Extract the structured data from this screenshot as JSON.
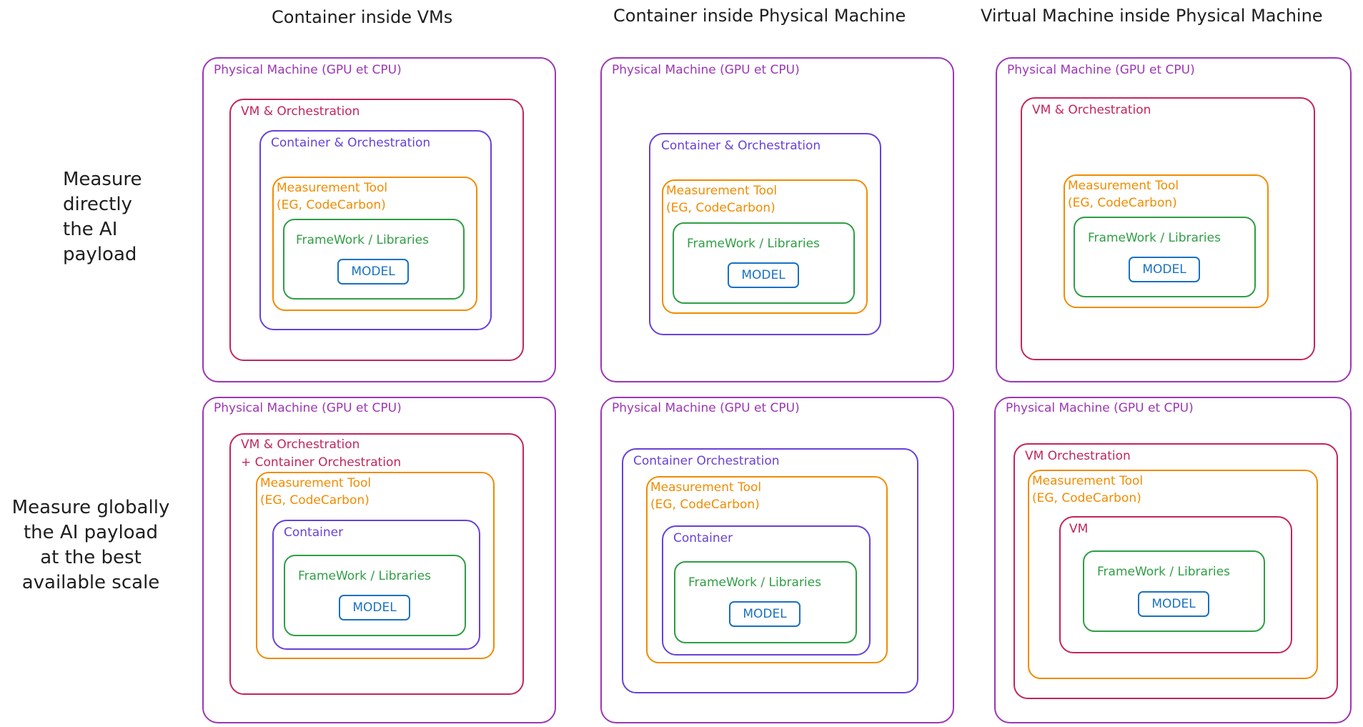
{
  "columns": [
    "Container inside VMs",
    "Container inside Physical Machine",
    "Virtual Machine inside Physical Machine"
  ],
  "rows": [
    "Measure\ndirectly\nthe AI\npayload",
    "Measure globally\nthe AI payload\nat the best\navailable scale"
  ],
  "labels": {
    "physical_machine": "Physical Machine (GPU et CPU)",
    "vm_orchestration": "VM & Orchestration",
    "vm_container_orchestration": "VM & Orchestration\n+ Container Orchestration",
    "vm_orchestration_only": "VM Orchestration",
    "container_orchestration_amp": "Container & Orchestration",
    "container_orchestration": "Container Orchestration",
    "container": "Container",
    "vm": "VM",
    "measurement_tool": "Measurement Tool\n(EG, CodeCarbon)",
    "framework": "FrameWork / Libraries",
    "model": "MODEL"
  },
  "colors": {
    "physical_machine": "#9c36b5",
    "vm": "#c2255c",
    "container": "#6741d9",
    "measurement_tool": "#f08c00",
    "framework": "#2f9e44",
    "model": "#1971c2"
  }
}
